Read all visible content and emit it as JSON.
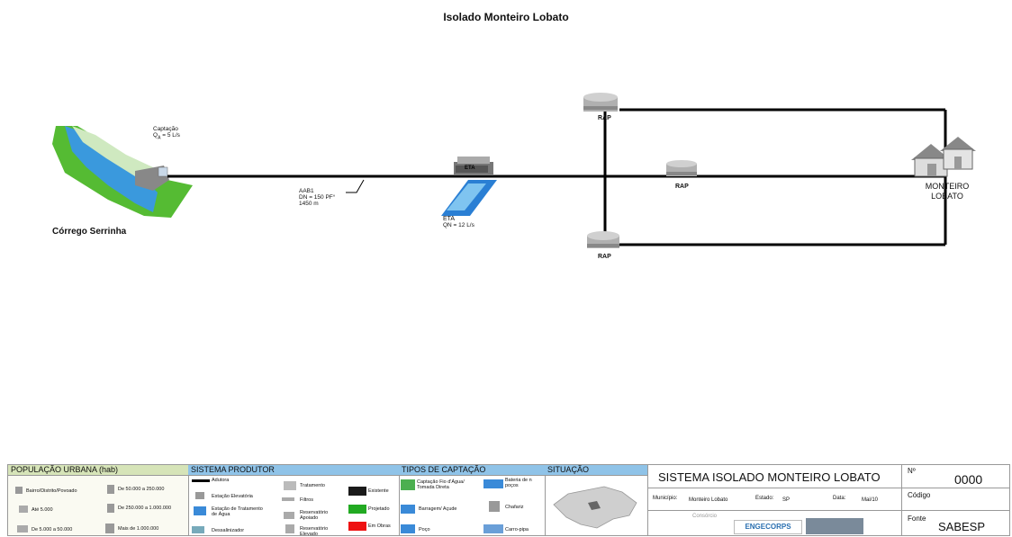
{
  "title": "Isolado Monteiro Lobato",
  "diagram": {
    "captacao": {
      "label": "Captação",
      "flow": "Q",
      "flow_sub": "A",
      "flow_value": "= 5 L/s"
    },
    "source": {
      "name": "Córrego Serrinha"
    },
    "pipe": {
      "line1": "AAB1",
      "line2": "DN = 150 PF°",
      "line3": "1450 m"
    },
    "eta": {
      "icon_label": "ETA",
      "name": "ETA",
      "flow": "QN = 12 L/s"
    },
    "raps": [
      {
        "label": "RAP"
      },
      {
        "label": "RAP"
      },
      {
        "label": "RAP"
      }
    ],
    "city": {
      "line1": "MONTEIRO",
      "line2": "LOBATO"
    }
  },
  "legend": {
    "populacao": {
      "header": "POPULAÇÃO URBANA (hab)",
      "items": [
        "Bairro/Distrito/Povoado",
        "De 50.000 a 250.000",
        "Até 5.000",
        "De 250.000 a 1.000.000",
        "De 5.000 a 50.000",
        "Mais de 1.000.000"
      ]
    },
    "sistema": {
      "header": "SISTEMA PRODUTOR",
      "items": [
        "Adutora",
        "Estação Elevatória",
        "Estação de Tratamento de Água",
        "Dessalinizador",
        "Tratamento",
        "Filtros",
        "Reservatório Apoiado",
        "Reservatório Elevado"
      ],
      "status": [
        {
          "label": "Existente",
          "color": "#1a1a1a"
        },
        {
          "label": "Projetado",
          "color": "#22aa22"
        },
        {
          "label": "Em Obras",
          "color": "#ee1111"
        }
      ]
    },
    "tipos": {
      "header": "TIPOS DE CAPTAÇÃO",
      "items": [
        "Captação Fio d'Água/ Tomada Direta",
        "Bateria de n poços",
        "Barragem/ Açude",
        "Chafariz",
        "Poço",
        "Carro-pipa"
      ]
    },
    "situacao": {
      "header": "SITUAÇÃO"
    }
  },
  "title_block": {
    "system_title": "SISTEMA ISOLADO MONTEIRO LOBATO",
    "numero_label": "Nº",
    "numero": "0000",
    "municipio_label": "Município:",
    "municipio": "Monteiro Lobato",
    "estado_label": "Estado:",
    "estado": "SP",
    "data_label": "Data:",
    "data": "Mai/10",
    "codigo_label": "Código",
    "consorcio_label": "Consórcio",
    "logo": "ENGECORPS",
    "fonte_label": "Fonte",
    "fonte": "SABESP"
  }
}
